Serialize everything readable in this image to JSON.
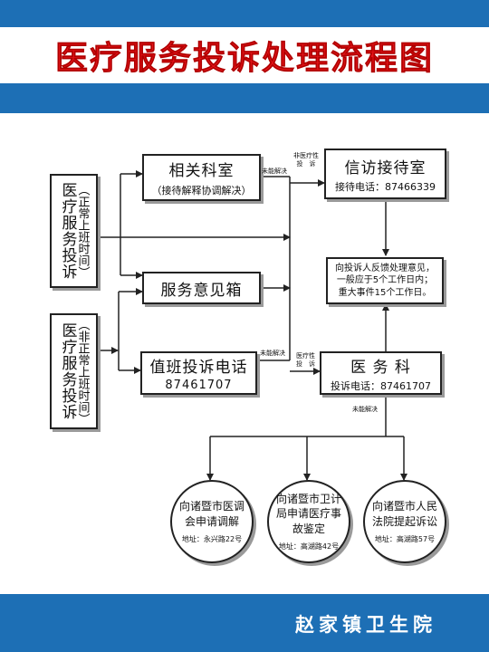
{
  "title": "医疗服务投诉处理流程图",
  "footer": "赵家镇卫生院",
  "sources": {
    "normal": {
      "main": "医疗服务投诉",
      "sub": "（正常上班时间）"
    },
    "offhours": {
      "main": "医疗服务投诉",
      "sub": "（非正常上班时间）"
    }
  },
  "nodes": {
    "dept": {
      "title": "相关科室",
      "sub": "（接待解释协调解决）"
    },
    "suggestion_box": {
      "title": "服务意见箱"
    },
    "duty_phone": {
      "title": "值班投诉电话",
      "number": "87461707"
    },
    "petition": {
      "title": "信访接待室",
      "phone": "接待电话：87466339"
    },
    "feedback": {
      "lines": [
        "向投诉人反馈处理意见，",
        "一般应于5个工作日内；",
        "重大事件15个工作日。"
      ]
    },
    "medical_office": {
      "title": "医 务 科",
      "phone": "投诉电话：87461707"
    }
  },
  "tags": {
    "unresolved": "未能解决",
    "non_medical_1": "非医疗性",
    "non_medical_2": "投　诉",
    "medical_1": "医疗性",
    "medical_2": "投　诉"
  },
  "outcomes": [
    {
      "title": "向诸暨市医调会申请调解",
      "address": "地址：永兴路22号"
    },
    {
      "title": "向诸暨市卫计局申请医疗事故鉴定",
      "address": "地址：高湖路42号"
    },
    {
      "title": "向诸暨市人民法院提起诉讼",
      "address": "地址：高湖路57号"
    }
  ],
  "colors": {
    "header": "#1d6fb5",
    "title": "#e8151b",
    "line": "#222222",
    "shadow": "#9a9a9a"
  }
}
